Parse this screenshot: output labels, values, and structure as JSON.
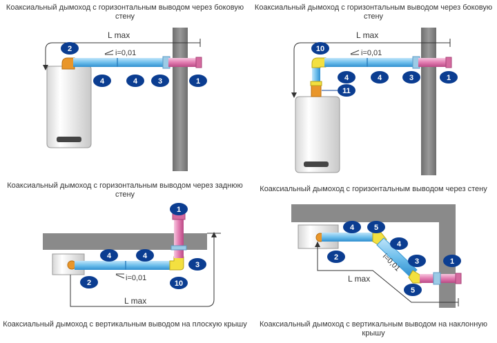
{
  "captions": {
    "top_left": "Коаксиальный дымоход с горизонтальным выводом через боковую стену",
    "top_right": "Коаксиальный дымоход с горизонтальным выводом через боковую стену",
    "middle_left": "Коаксиальный дымоход с горизонтальным выводом через заднюю стену",
    "middle_right": "Коаксиальный дымоход с горизонтальным выводом через стену",
    "bottom_left": "Коаксиальный дымоход с вертикальным выводом на плоскую крышу",
    "bottom_right": "Коаксиальный дымоход с вертикальным выводом на наклонную крышу"
  },
  "labels": {
    "lmax": "L max",
    "slope": "i=0,01",
    "n1": "1",
    "n2": "2",
    "n3": "3",
    "n4": "4",
    "n5": "5",
    "n10": "10",
    "n11": "11"
  },
  "colors": {
    "pipe": "#7ec8ef",
    "pipe_dark": "#3a9ad6",
    "terminal": "#e889b8",
    "elbow": "#f0a030",
    "yellow": "#f3e040",
    "wall": "#8a8a8a",
    "badge": "#0b3d91",
    "boiler": "#f2f2f2"
  }
}
